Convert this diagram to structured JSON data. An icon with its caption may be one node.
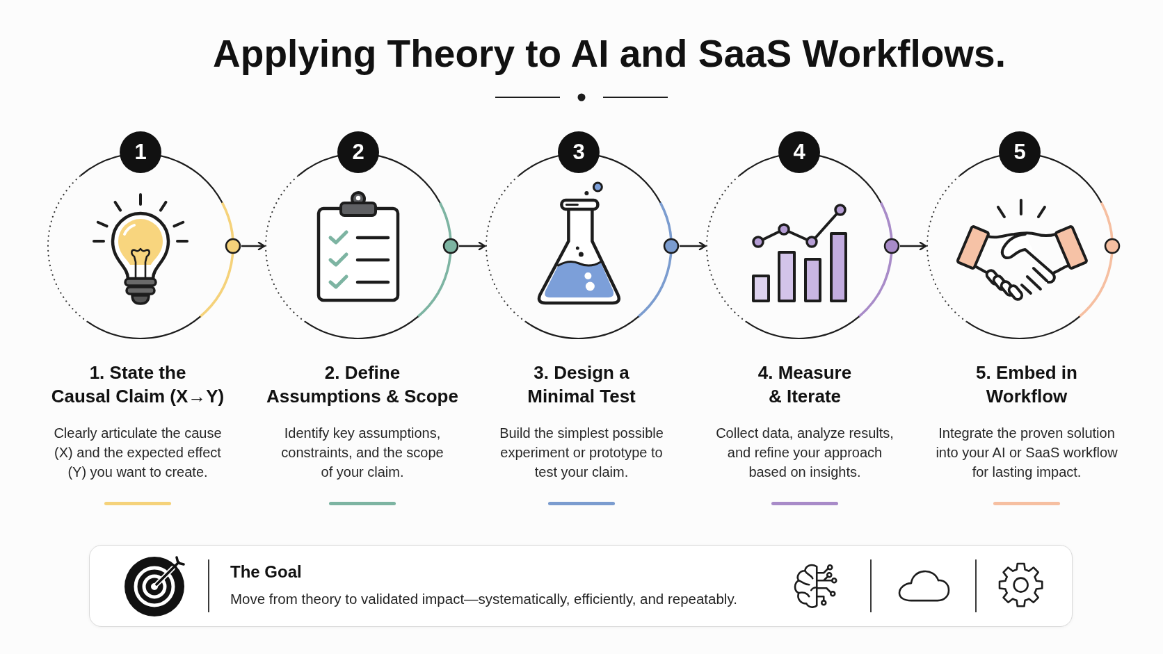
{
  "diagram": {
    "title": "Applying Theory to AI and SaaS Workflows.",
    "nodes": [
      {
        "text": [
          "1"
        ],
        "beside": [
          "1. State the Causal Claim (X→Y)",
          "Clearly articulate the cause (X) and the expected effect (Y) you want to create."
        ]
      },
      {
        "text": [
          "2"
        ],
        "beside": [
          "2. Define Assumptions & Scope",
          "Identify key assumptions, constraints, and the scope of your claim."
        ]
      },
      {
        "text": [
          "3"
        ],
        "beside": [
          "3. Design a Minimal Test",
          "Build the simplest possible experiment or prototype to test your claim."
        ]
      },
      {
        "text": [
          "4"
        ],
        "beside": [
          "4. Measure & Iterate",
          "Collect data, analyze results, and refine your approach based on insights."
        ]
      },
      {
        "text": [
          "5"
        ],
        "beside": [
          "5. Embed in Workflow",
          "Integrate the proven solution into your AI or SaaS workflow for lasting impact."
        ]
      },
      {
        "text": [
          "The Goal",
          "Move from theory to validated impact—systematically, efficiently, and repeatably."
        ]
      }
    ],
    "edges": [
      {
        "from": 0,
        "to": 1,
        "arrow": "to"
      },
      {
        "from": 1,
        "to": 2,
        "arrow": "to"
      },
      {
        "from": 2,
        "to": 3,
        "arrow": "to"
      },
      {
        "from": 3,
        "to": 4,
        "arrow": "to"
      }
    ]
  }
}
